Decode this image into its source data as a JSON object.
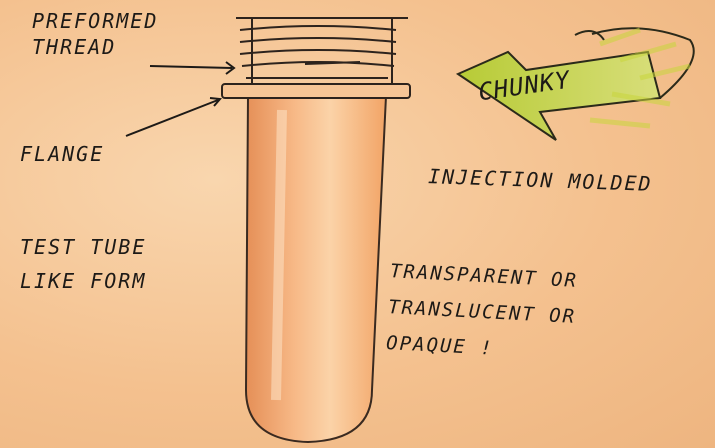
{
  "labels": {
    "thread_line1": "PREFORMED",
    "thread_line2": "THREAD",
    "flange": "FLANGE",
    "form_line1": "TEST TUBE",
    "form_line2": "LIKE FORM",
    "chunky": "CHUNKY",
    "injection": "INJECTION MOLDED",
    "material_line1": "TRANSPARENT OR",
    "material_line2": "TRANSLUCENT OR",
    "material_line3": "OPAQUE !"
  },
  "colors": {
    "paper": "#f4c18f",
    "tube_fill": "#f0a56a",
    "ink": "#1d1a17",
    "arrow_fill": "#b9cc3c"
  }
}
